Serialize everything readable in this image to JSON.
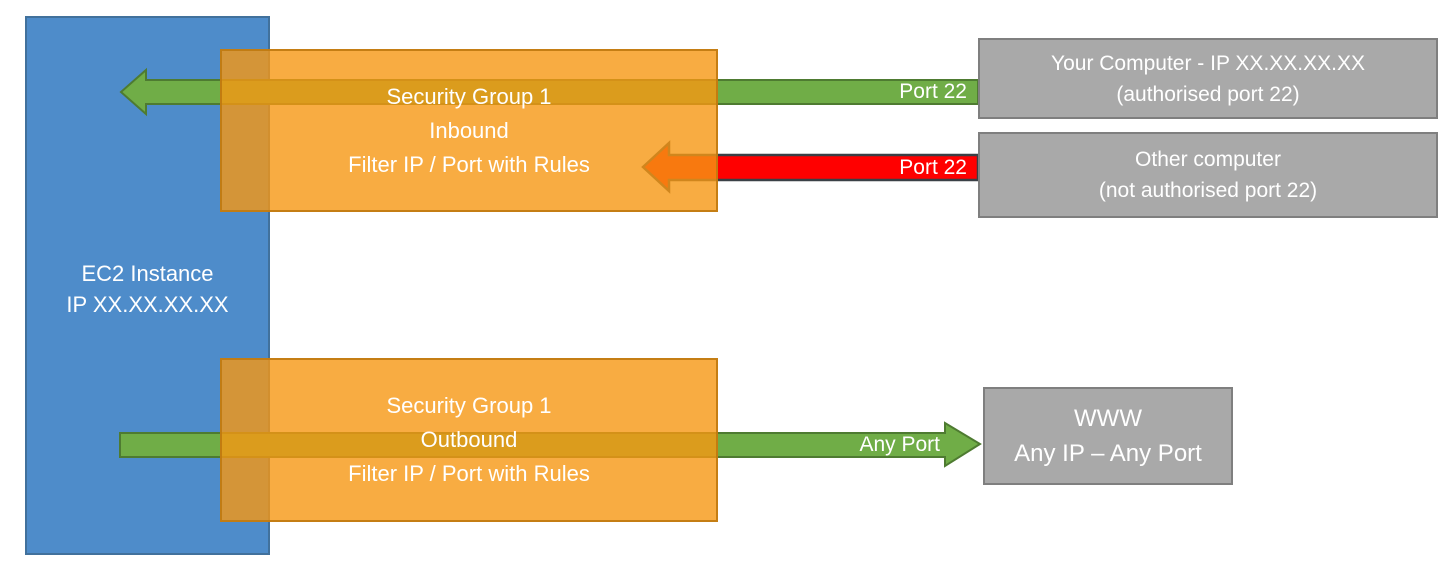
{
  "diagram": {
    "title_semantic": "EC2 Security Group inbound and outbound filtering diagram",
    "colors": {
      "ec2_fill": "#4e8cca",
      "ec2_border": "#41719c",
      "security_group_fill": "#f69713",
      "security_group_border": "#bf7910",
      "allowed_arrow": "#70ad47",
      "allowed_arrow_border": "#4e7b31",
      "blocked_arrow": "#ff0000",
      "blocked_arrow_border": "#3a4046",
      "endpoint_fill": "#a9a9a9",
      "endpoint_border": "#7f7f7f",
      "text": "#ffffff"
    },
    "ec2_box": {
      "lines": [
        "EC2 Instance",
        "IP XX.XX.XX.XX"
      ]
    },
    "inbound_box": {
      "lines": [
        "Security Group 1",
        "Inbound",
        "Filter IP / Port with Rules"
      ]
    },
    "outbound_box": {
      "lines": [
        "Security Group 1",
        "Outbound",
        "Filter IP / Port with Rules"
      ]
    },
    "your_computer_box": {
      "lines": [
        "Your Computer - IP XX.XX.XX.XX",
        "(authorised port 22)"
      ]
    },
    "other_computer_box": {
      "lines": [
        "Other computer",
        "(not authorised port 22)"
      ]
    },
    "www_box": {
      "lines": [
        "WWW",
        "Any IP – Any Port"
      ]
    },
    "arrows": [
      {
        "name": "inbound-allowed",
        "label": "Port 22",
        "color": "green",
        "direction": "left",
        "meaning": "authorised traffic passes through to EC2"
      },
      {
        "name": "inbound-blocked",
        "label": "Port 22",
        "color": "red",
        "direction": "left",
        "meaning": "unauthorised traffic stopped at security group"
      },
      {
        "name": "outbound-allowed",
        "label": "Any Port",
        "color": "green",
        "direction": "right",
        "meaning": "outbound traffic allowed to any IP / port"
      }
    ]
  }
}
